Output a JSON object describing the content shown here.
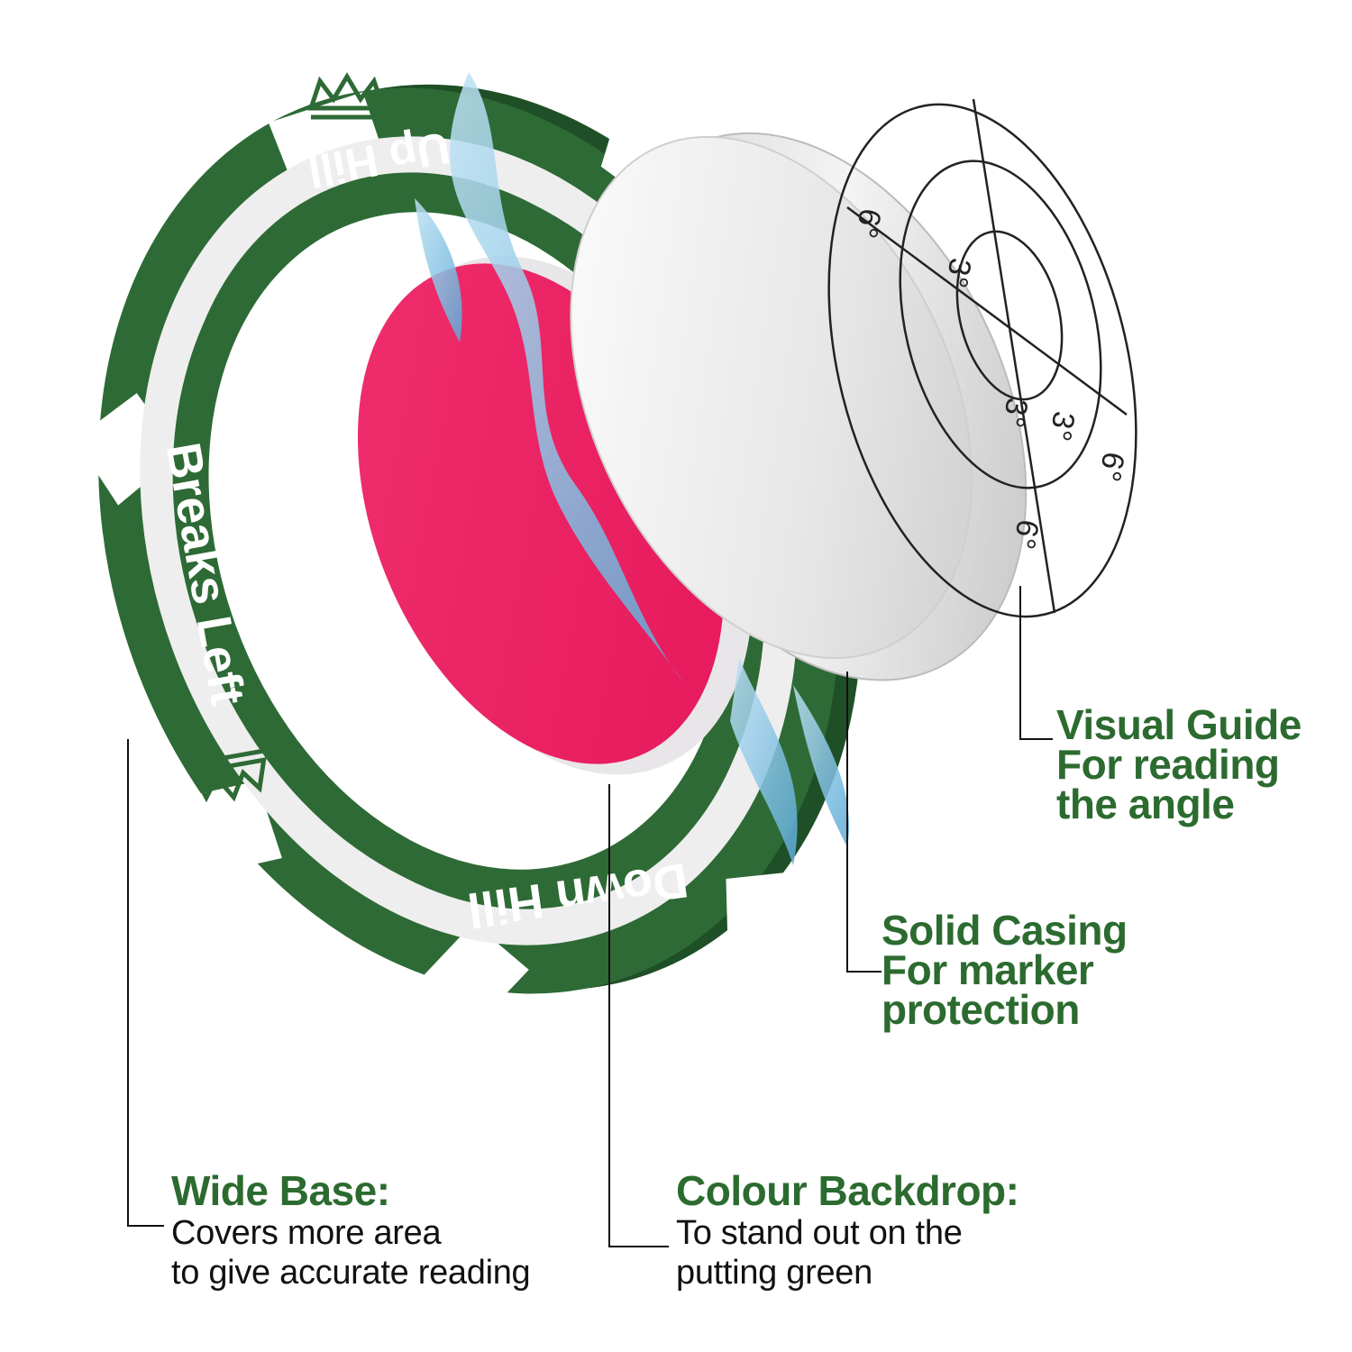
{
  "ring": {
    "top_text": "Up Hill",
    "left_text": "Breaks Left",
    "bottom_text": "Down Hill"
  },
  "guide_numbers": [
    "6°",
    "3°",
    "3°",
    "3°",
    "6°",
    "6°"
  ],
  "callouts": {
    "visual_guide": {
      "lines": [
        "Visual Guide",
        "For reading",
        "the angle"
      ]
    },
    "solid_casing": {
      "lines": [
        "Solid Casing",
        "For marker",
        "protection"
      ]
    },
    "wide_base": {
      "title": "Wide Base:",
      "lines": [
        "Covers more area",
        "to give accurate reading"
      ]
    },
    "colour_backdrop": {
      "title": "Colour Backdrop:",
      "lines": [
        "To stand out on the",
        "putting green"
      ]
    }
  },
  "colors": {
    "ring_green": "#2e6a35",
    "callout_green": "#2c6b2f",
    "backdrop_pink": "#ee1f63",
    "casing_grey": "#d9d9d9"
  }
}
